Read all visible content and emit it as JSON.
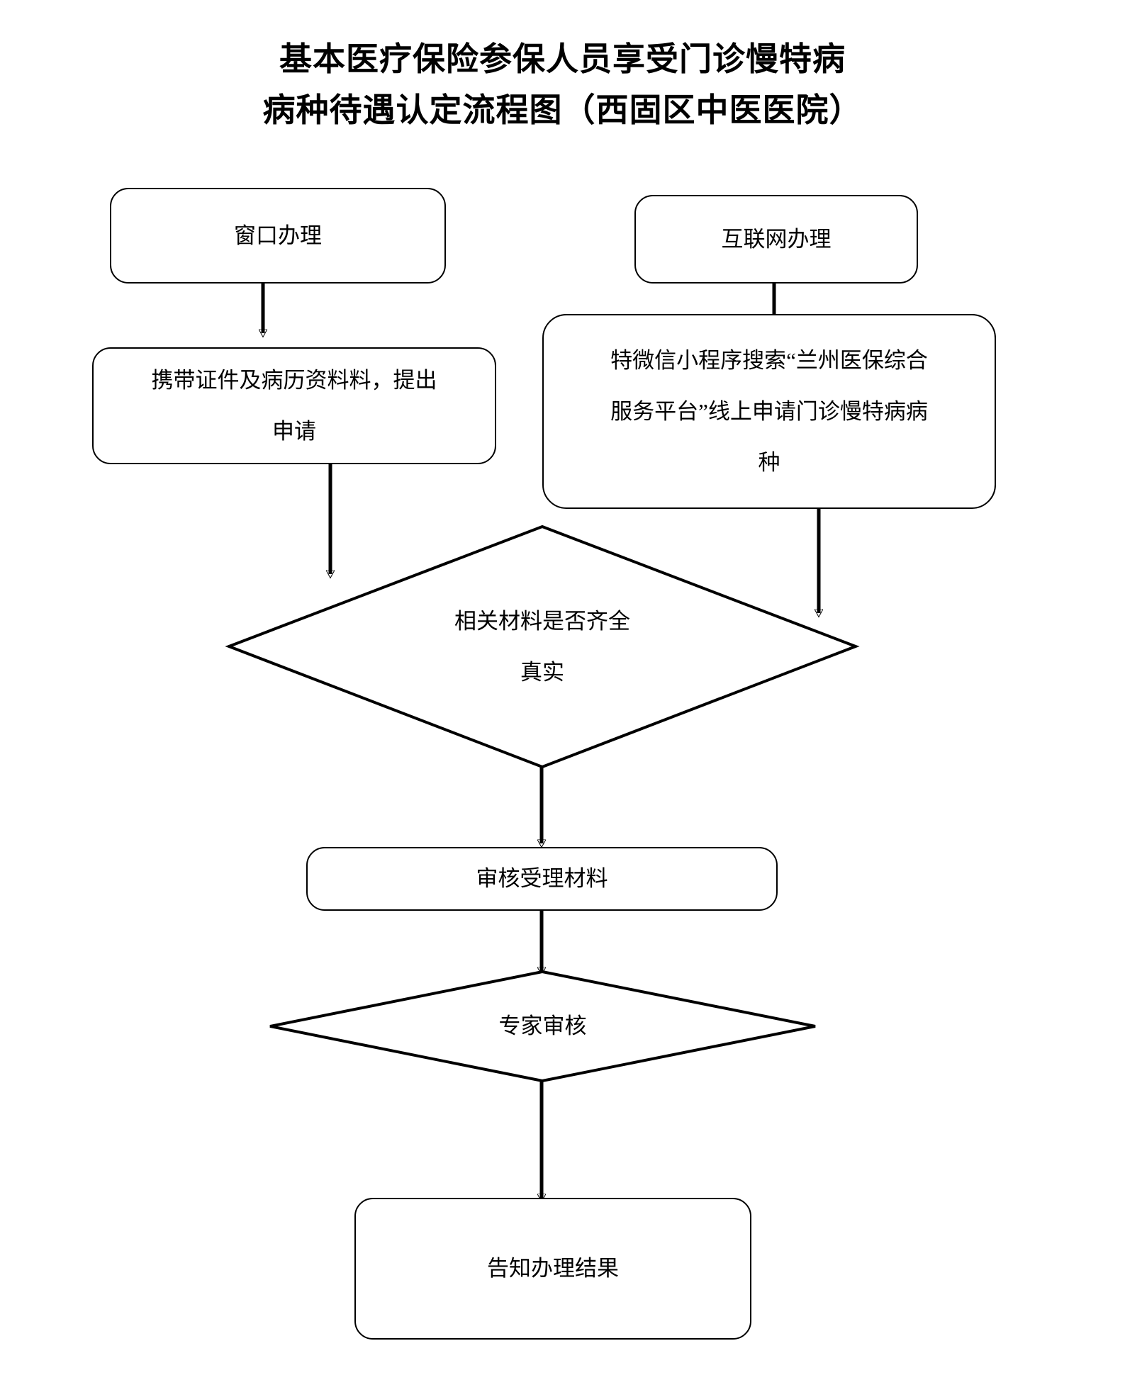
{
  "title": {
    "line1": "基本医疗保险参保人员享受门诊慢特病",
    "line2": "病种待遇认定流程图（西固区中医医院）",
    "full": "基本医疗保险参保人员享受门诊慢特病\n病种待遇认定流程图（西固区中医医院）"
  },
  "chart_data": {
    "type": "flowchart",
    "title": "基本医疗保险参保人员享受门诊慢特病病种待遇认定流程图（西固区中医医院）",
    "orientation": "top-to-bottom",
    "nodes": [
      {
        "id": "n1",
        "shape": "rounded-rect",
        "text": "窗口办理"
      },
      {
        "id": "n2",
        "shape": "rounded-rect",
        "text": "互联网办理"
      },
      {
        "id": "n3",
        "shape": "rounded-rect",
        "text": "携带证件及病历资料料，提出\n申请"
      },
      {
        "id": "n4",
        "shape": "rounded-rect",
        "text": "特微信小程序搜索“兰州医保综合\n服务平台”线上申请门诊慢特病病\n种"
      },
      {
        "id": "n5",
        "shape": "diamond",
        "text": "相关材料是否齐全\n真实"
      },
      {
        "id": "n6",
        "shape": "rounded-rect",
        "text": "审核受理材料"
      },
      {
        "id": "n7",
        "shape": "diamond",
        "text": "专家审核"
      },
      {
        "id": "n8",
        "shape": "rounded-rect",
        "text": "告知办理结果"
      }
    ],
    "edges": [
      {
        "from": "n1",
        "to": "n3",
        "label": ""
      },
      {
        "from": "n2",
        "to": "n4",
        "label": ""
      },
      {
        "from": "n3",
        "to": "n5",
        "label": ""
      },
      {
        "from": "n4",
        "to": "n5",
        "label": ""
      },
      {
        "from": "n5",
        "to": "n6",
        "label": ""
      },
      {
        "from": "n6",
        "to": "n7",
        "label": ""
      },
      {
        "from": "n7",
        "to": "n8",
        "label": ""
      }
    ],
    "colors": {
      "stroke": "#000000",
      "fill": "#ffffff",
      "text": "#000000"
    }
  },
  "nodes": {
    "window_handling": "窗口办理",
    "internet_handling": "互联网办理",
    "bring_documents": "携带证件及病历资料料，提出\n申请",
    "wechat_miniprogram": "特微信小程序搜索“兰州医保综合\n服务平台”线上申请门诊慢特病病\n种",
    "materials_complete": "相关材料是否齐全\n真实",
    "review_materials": "审核受理材料",
    "expert_review": "专家审核",
    "notify_result": "告知办理结果"
  }
}
